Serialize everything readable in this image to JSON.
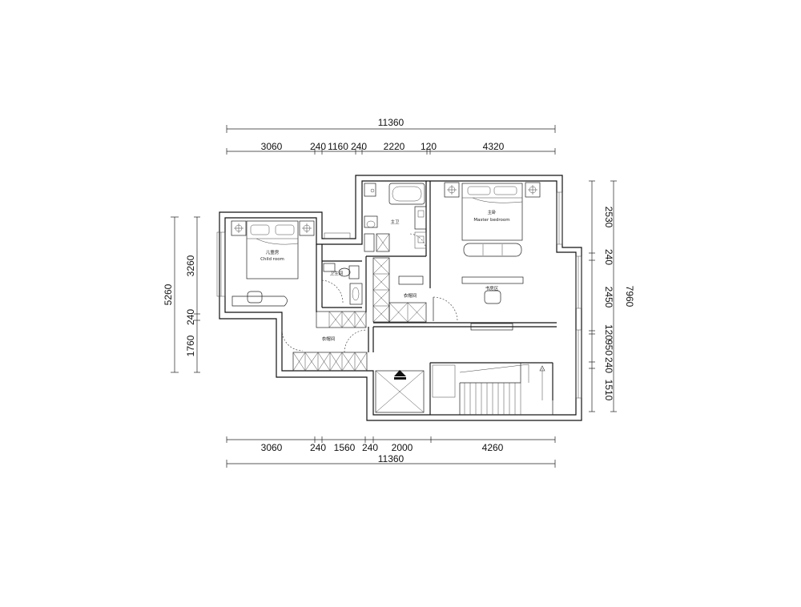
{
  "dimensions": {
    "top_total": "11360",
    "top_segments": [
      "3060",
      "240",
      "1160",
      "240",
      "2220",
      "120",
      "4320"
    ],
    "bottom_segments": [
      "3060",
      "240",
      "1560",
      "240",
      "2000",
      "4260"
    ],
    "bottom_total": "11360",
    "left_total": "5260",
    "left_segments": [
      "3260",
      "240",
      "1760"
    ],
    "right_total": "7960",
    "right_segments": [
      "2530",
      "240",
      "2450",
      "120",
      "950",
      "240",
      "1510"
    ]
  },
  "rooms": {
    "child_room_cn": "儿童房",
    "child_room_en": "Child  room",
    "master_bedroom_cn": "主卧",
    "master_bedroom_en": "Master bedroom",
    "bathroom_cn": "卫生间",
    "main_bath_cn": "主卫",
    "study_cn": "书房区",
    "closet_cn": "衣帽间",
    "cloak_cn": "衣帽间"
  },
  "colors": {
    "line": "#111111",
    "background": "#ffffff"
  }
}
